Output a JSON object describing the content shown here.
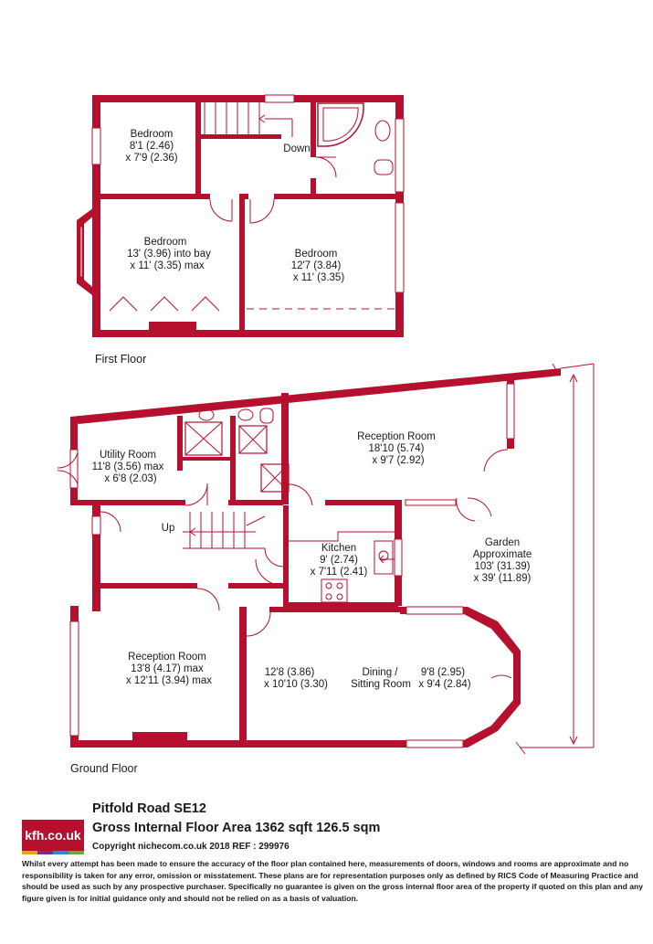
{
  "first_floor": {
    "label": "First Floor",
    "rooms": [
      {
        "name": "Bedroom",
        "dim1": "8'1 (2.46)",
        "dim2": "x 7'9 (2.36)"
      },
      {
        "name": "Bedroom",
        "dim1": "13' (3.96) into bay",
        "dim2": "x 11' (3.35) max"
      },
      {
        "name": "Bedroom",
        "dim1": "12'7 (3.84)",
        "dim2": "x 11' (3.35)"
      }
    ],
    "stairs_label": "Down"
  },
  "ground_floor": {
    "label": "Ground Floor",
    "rooms": [
      {
        "name": "Utility Room",
        "dim1": "11'8 (3.56) max",
        "dim2": "x 6'8 (2.03)"
      },
      {
        "name": "Reception Room",
        "dim1": "18'10 (5.74)",
        "dim2": "x 9'7 (2.92)"
      },
      {
        "name": "Kitchen",
        "dim1": "9' (2.74)",
        "dim2": "x 7'11 (2.41)"
      },
      {
        "name": "Reception Room",
        "dim1": "13'8 (4.17) max",
        "dim2": "x 12'11 (3.94) max"
      },
      {
        "name": "Dining /",
        "dim1": "Sitting Room",
        "dim2": ""
      },
      {
        "name": "Garden",
        "dim1": "Approximate",
        "dim2": "103' (31.39)",
        "dim3": "x 39' (11.89)"
      }
    ],
    "dining_left_dim1": "12'8 (3.86)",
    "dining_left_dim2": "x 10'10 (3.30)",
    "dining_right_dim1": "9'8 (2.95)",
    "dining_right_dim2": "x 9'4 (2.84)",
    "stairs_label": "Up"
  },
  "footer": {
    "logo_text": "kfh.co.uk",
    "address": "Pitfold Road  SE12",
    "area": "Gross Internal Floor Area 1362 sqft 126.5 sqm",
    "copyright": "Copyright nichecom.co.uk 2018 REF : 299976",
    "disclaimer": "Whilst every attempt has been made to ensure the accuracy of the floor plan contained here, measurements of doors, windows and rooms are approximate and no responsibility is taken for any error, omission or misstatement.  These plans are for representation purposes only as defined by RICS Code of Measuring Practice and should be used as such by any prospective purchaser.  Specifically no guarantee is given on the gross internal floor area of the property if quoted on this plan and any figure given is for initial guidance only and should not be relied on as a basis of valuation."
  },
  "colors": {
    "wall": "#b5112f",
    "logo_bar_1": "#e7a21b",
    "logo_bar_2": "#7b2b8a",
    "logo_bar_3": "#1f8fcf",
    "logo_bar_4": "#6aa83a"
  }
}
